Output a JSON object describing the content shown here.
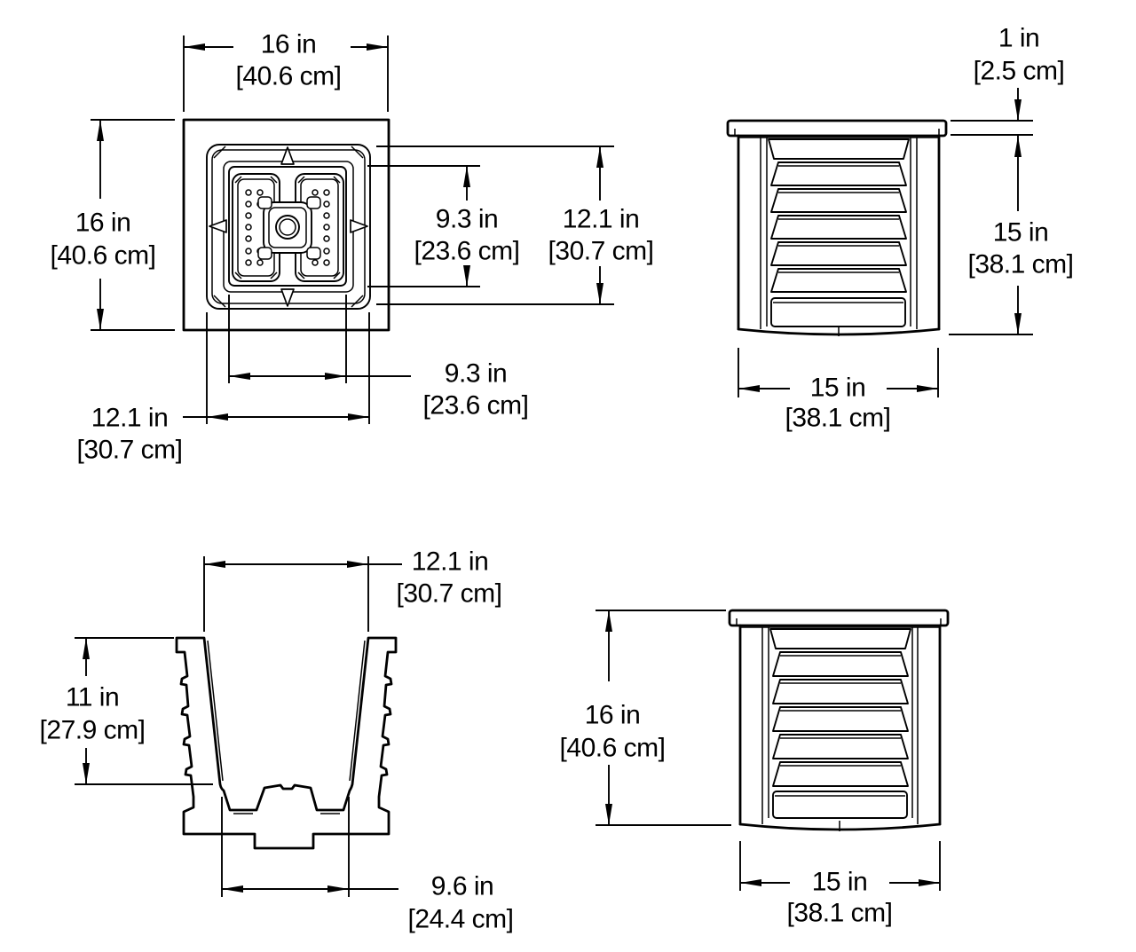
{
  "drawing": {
    "background_color": "#ffffff",
    "line_color": "#000000",
    "views": {
      "top_view": {
        "dims": {
          "outer_width": {
            "in": "16 in",
            "cm": "[40.6 cm]"
          },
          "outer_depth": {
            "in": "16 in",
            "cm": "[40.6 cm]"
          },
          "opening_depth": {
            "in": "9.3 in",
            "cm": "[23.6 cm]"
          },
          "rim_depth": {
            "in": "12.1 in",
            "cm": "[30.7 cm]"
          },
          "opening_width": {
            "in": "9.3 in",
            "cm": "[23.6 cm]"
          },
          "rim_width": {
            "in": "12.1 in",
            "cm": "[30.7 cm]"
          }
        }
      },
      "front_view": {
        "dims": {
          "cap_thickness": {
            "in": "1 in",
            "cm": "[2.5 cm]"
          },
          "body_height": {
            "in": "15 in",
            "cm": "[38.1 cm]"
          },
          "width": {
            "in": "15 in",
            "cm": "[38.1 cm]"
          }
        }
      },
      "section_view": {
        "dims": {
          "opening_width": {
            "in": "12.1 in",
            "cm": "[30.7 cm]"
          },
          "inner_depth": {
            "in": "11 in",
            "cm": "[27.9 cm]"
          },
          "bottom_width": {
            "in": "9.6 in",
            "cm": "[24.4 cm]"
          }
        }
      },
      "side_view": {
        "dims": {
          "overall_height": {
            "in": "16 in",
            "cm": "[40.6 cm]"
          },
          "width": {
            "in": "15 in",
            "cm": "[38.1 cm]"
          }
        }
      }
    }
  }
}
